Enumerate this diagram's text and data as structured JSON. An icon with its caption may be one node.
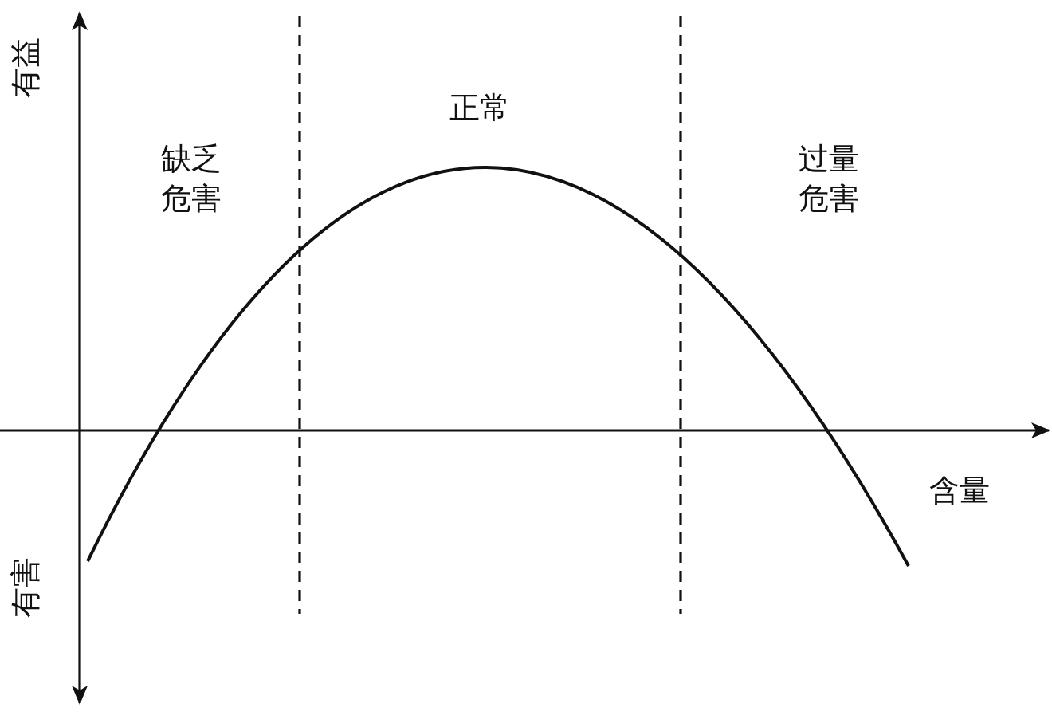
{
  "diagram": {
    "labels": [
      "有益",
      "缺乏危害",
      "正常",
      "过量危害",
      "含量",
      "有害"
    ]
  }
}
